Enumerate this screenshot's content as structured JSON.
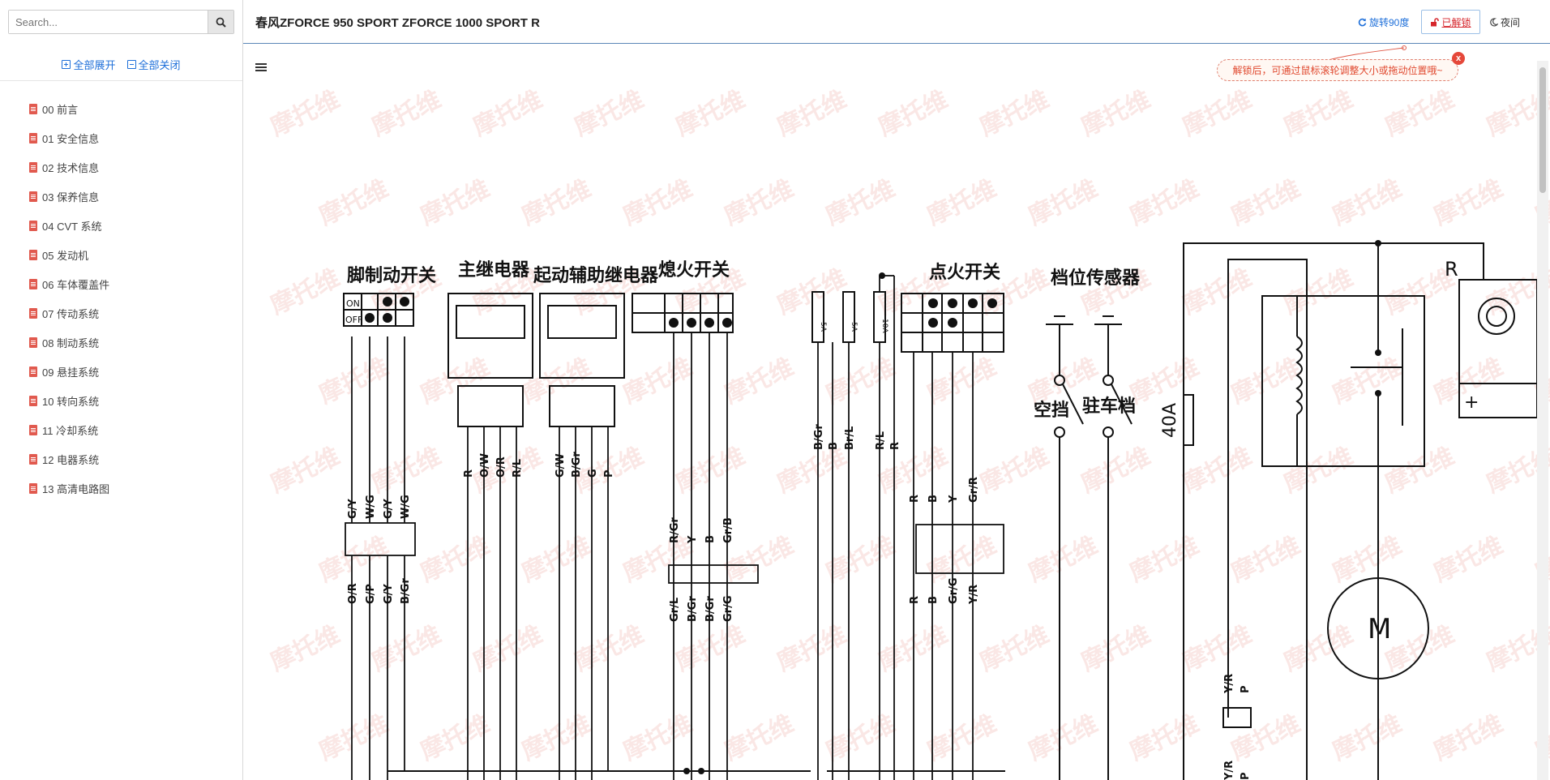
{
  "search": {
    "placeholder": "Search..."
  },
  "tree_controls": {
    "expand_all": "全部展开",
    "collapse_all": "全部关闭"
  },
  "toc": [
    "00 前言",
    "01 安全信息",
    "02 技术信息",
    "03 保养信息",
    "04 CVT 系统",
    "05 发动机",
    "06 车体覆盖件",
    "07 传动系统",
    "08 制动系统",
    "09 悬挂系统",
    "10 转向系统",
    "11 冷却系统",
    "12 电器系统",
    "13 高清电路图"
  ],
  "header": {
    "title": "春风ZFORCE 950 SPORT ZFORCE 1000 SPORT R",
    "rotate": "旋转90度",
    "unlock": "已解锁",
    "night": "夜间"
  },
  "tip": {
    "text": "解锁后，可通过鼠标滚轮调整大小或拖动位置哦~",
    "close": "x"
  },
  "diagram": {
    "watermark": "摩托维",
    "labels": {
      "foot_brake": "脚制动开关",
      "main_relay": "主继电器",
      "start_relay": "起动辅助继电器",
      "kill_switch": "熄火开关",
      "ignition": "点火开关",
      "gear_sensor": "档位传感器",
      "neutral": "空挡",
      "park": "驻车档",
      "fuse_40a": "40A",
      "on": "ON",
      "off": "OFF",
      "r": "R",
      "m": "M",
      "plus": "+",
      "fuse_5a_1": "5A",
      "fuse_5a_2": "5A",
      "fuse_10a": "10A"
    },
    "wires": {
      "brake_top": [
        "G/Y",
        "W/G",
        "G/Y",
        "W/G"
      ],
      "brake_bot": [
        "O/R",
        "G/P",
        "G/Y",
        "B/Gr"
      ],
      "main_relay": [
        "R",
        "O/W",
        "O/R",
        "R/L"
      ],
      "start_relay": [
        "G/W",
        "B/Gr",
        "G",
        "P"
      ],
      "kill_top": [
        "R/Gr",
        "Y",
        "B",
        "Gr/B"
      ],
      "kill_bot": [
        "Gr/L",
        "B/Gr",
        "B/Gr",
        "Gr/G"
      ],
      "fuse": [
        "B/Gr",
        "B",
        "Br/L",
        "R/L",
        "R"
      ],
      "ign_top": [
        "R",
        "B",
        "Y",
        "Gr/R"
      ],
      "ign_bot": [
        "R",
        "B",
        "Gr/G",
        "Y/R"
      ],
      "right": [
        "Y/R",
        "P"
      ],
      "right_bot": [
        "Y/R",
        "P"
      ]
    }
  },
  "colors": {
    "accent": "#1e6fd9",
    "danger": "#d6262c",
    "tip_text": "#e0492f",
    "file_icon": "#e15a4f"
  }
}
